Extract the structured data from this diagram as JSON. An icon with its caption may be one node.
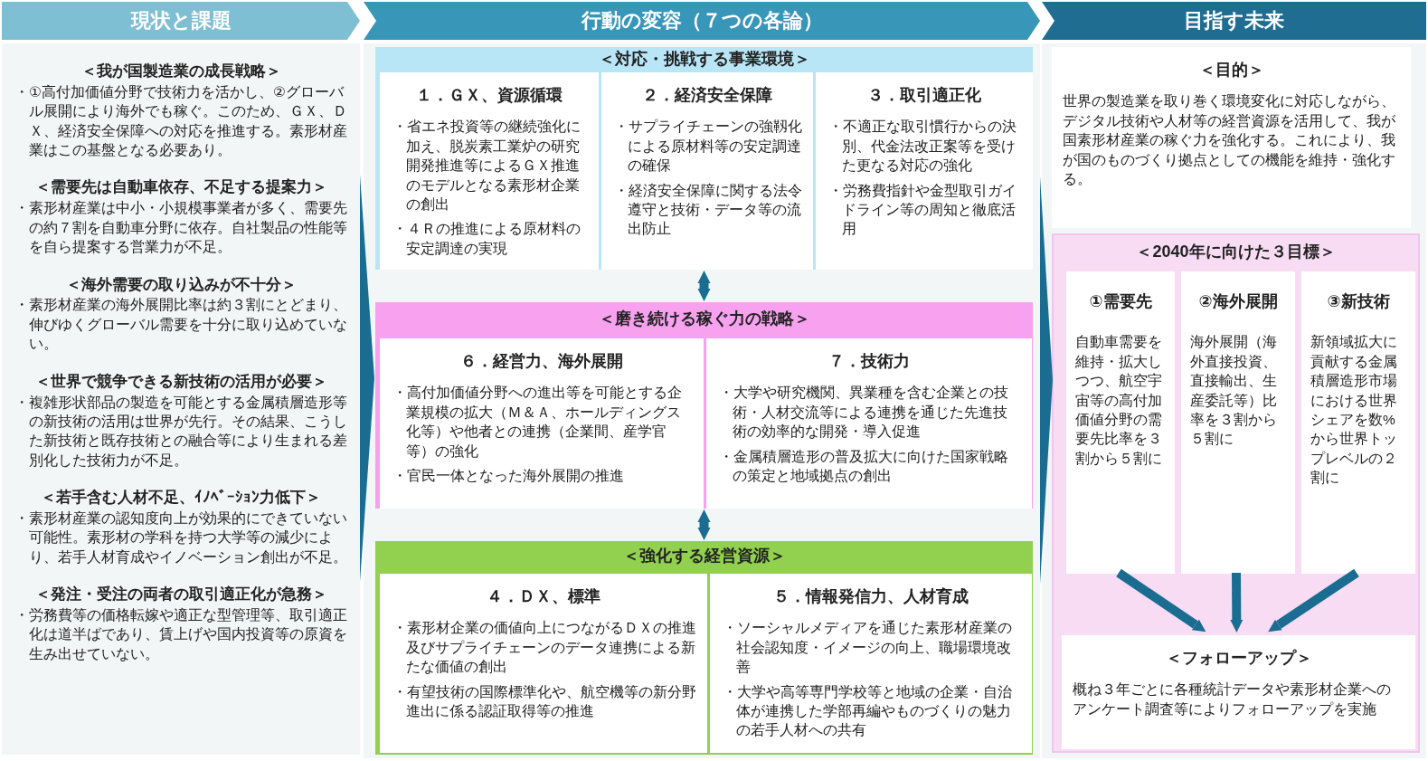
{
  "diagram": {
    "nodes": [
      {
        "text": [
          "現状と課題",
          "＜我が国製造業の成長戦略＞",
          "・①高付加価値分野で技術力を活かし、②グローバル展開により海外でも稼ぐ。このため、ＧＸ、ＤＸ、経済安全保障への対応を推進する。素形材産業はこの基盤となる必要あり。",
          "＜需要先は自動車依存、不足する提案力＞",
          "・素形材産業は中小・小規模事業者が多く、需要先の約７割を自動車分野に依存。自社製品の性能等を自ら提案する営業力が不足。",
          "＜海外需要の取り込みが不十分＞",
          "・素形材産業の海外展開比率は約３割にとどまり、伸びゆくグローバル需要を十分に取り込めていない。",
          "＜世界で競争できる新技術の活用が必要＞",
          "・複雑形状部品の製造を可能とする金属積層造形等の新技術の活用は世界が先行。その結果、こうした新技術と既存技術との融合等により生まれる差別化した技術力が不足。",
          "＜若手含む人材不足、ｲﾉﾍﾞｰｼｮﾝ力低下＞",
          "・素形材産業の認知度向上が効果的にできていない可能性。素形材の学科を持つ大学等の減少により、若手人材育成やイノベーション創出が不足。",
          "＜発注・受注の両者の取引適正化が急務＞",
          "・労務費等の価格転嫁や適正な型管理等、取引適正化は道半ばであり、賃上げや国内投資等の原資を生み出せていない。"
        ]
      },
      {
        "text": [
          "行動の変容（７つの各論）"
        ]
      },
      {
        "text": [
          "＜対応・挑戦する事業環境＞"
        ],
        "in": 1
      },
      {
        "text": [
          "１．ＧＸ、資源循環",
          "・省エネ投資等の継続強化に加え、脱炭素工業炉の研究開発推進等によるＧＸ推進のモデルとなる素形材企業の創出",
          "・４Ｒの推進による原材料の安定調達の実現"
        ],
        "in": 2
      },
      {
        "text": [
          "２．経済安全保障",
          "・サプライチェーンの強靱化による原材料等の安定調達の確保",
          "・経済安全保障に関する法令遵守と技術・データ等の流出防止"
        ],
        "in": 2
      },
      {
        "text": [
          "３．取引適正化",
          "・不適正な取引慣行からの決別、代金法改正案等を受けた更なる対応の強化",
          "・労務費指針や金型取引ガイドライン等の周知と徹底活用"
        ],
        "in": 2
      },
      {
        "text": [
          "＜磨き続ける稼ぐ力の戦略＞"
        ],
        "in": 1
      },
      {
        "text": [
          "６．経営力、海外展開",
          "・高付加価値分野への進出等を可能とする企業規模の拡大（Ｍ＆Ａ、ホールディングス化等）や他者との連携（企業間、産学官等）の強化",
          "・官民一体となった海外展開の推進"
        ],
        "in": 6
      },
      {
        "text": [
          "７．技術力",
          "・大学や研究機関、異業種を含む企業との技術・人材交流等による連携を通じた先進技術の効率的な開発・導入促進",
          "・金属積層造形の普及拡大に向けた国家戦略の策定と地域拠点の創出"
        ],
        "in": 6
      },
      {
        "text": [
          "＜強化する経営資源＞"
        ],
        "in": 1
      },
      {
        "text": [
          "４．ＤＸ、標準",
          "・素形材企業の価値向上につながるＤＸの推進及びサプライチェーンのデータ連携による新たな価値の創出",
          "・有望技術の国際標準化や、航空機等の新分野進出に係る認証取得等の推進"
        ],
        "in": 9
      },
      {
        "text": [
          "５．情報発信力、人材育成",
          "・ソーシャルメディアを通じた素形材産業の社会認知度・イメージの向上、職場環境改善",
          "・大学や高等専門学校等と地域の企業・自治体が連携した学部再編やものづくりの魅力の若手人材への共有"
        ],
        "in": 9
      },
      {
        "text": [
          "目指す未来"
        ]
      },
      {
        "text": [
          "＜目的＞",
          "世界の製造業を取り巻く環境変化に対応しながら、デジタル技術や人材等の経営資源を活用して、我が国素形材産業の稼ぐ力を強化する。これにより、我が国のものづくり拠点としての機能を維持・強化する。"
        ],
        "in": 12
      },
      {
        "text": [
          "＜2040年に向けた３目標＞"
        ],
        "in": 12
      },
      {
        "text": [
          "①需要先",
          "自動車需要を維持・拡大しつつ、航空宇宙等の高付加価値分野の需要先比率を３割から５割に"
        ],
        "in": 14
      },
      {
        "text": [
          "②海外展開",
          "海外展開（海外直接投資、直接輸出、生産委託等）比率を３割から５割に"
        ],
        "in": 14
      },
      {
        "text": [
          "③新技術",
          "新領域拡大に貢献する金属積層造形市場における世界シェアを数%から世界トップレベルの２割に"
        ],
        "in": 14
      },
      {
        "text": [
          "＜フォローアップ＞",
          "概ね３年ごとに各種統計データや素形材企業へのアンケート調査等によりフォローアップを実施"
        ],
        "in": 14
      }
    ],
    "edges": [
      {
        "from": 0,
        "to": 1,
        "arrow": "to"
      },
      {
        "from": 1,
        "to": 12,
        "arrow": "to"
      },
      {
        "from": 2,
        "to": 6,
        "arrow": "both"
      },
      {
        "from": 6,
        "to": 9,
        "arrow": "both"
      },
      {
        "from": 15,
        "to": 18,
        "arrow": "to"
      },
      {
        "from": 16,
        "to": 18,
        "arrow": "to"
      },
      {
        "from": 17,
        "to": 18,
        "arrow": "to"
      }
    ]
  }
}
